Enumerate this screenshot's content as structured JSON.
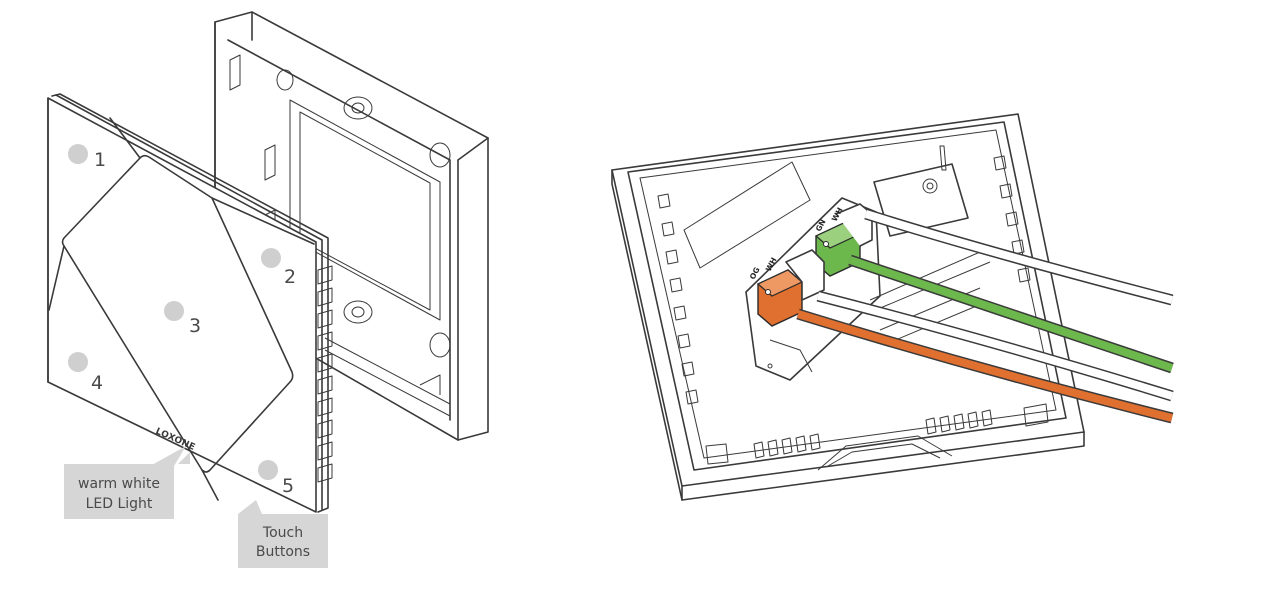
{
  "left_figure": {
    "button_numbers": [
      "1",
      "2",
      "3",
      "4",
      "5"
    ],
    "logo_text": "LOXONE",
    "callouts": {
      "led": {
        "line1": "warm white",
        "line2": "LED Light"
      },
      "touch": {
        "line1": "Touch",
        "line2": "Buttons"
      }
    }
  },
  "right_figure": {
    "terminal_labels": [
      "OG",
      "WH",
      "GN",
      "WH"
    ]
  },
  "colors": {
    "green": "#6cb84c",
    "orange": "#e0702f",
    "line": "#3a3a3a",
    "callout_bg": "#d6d6d6",
    "button_dot": "#cfcfcf"
  }
}
